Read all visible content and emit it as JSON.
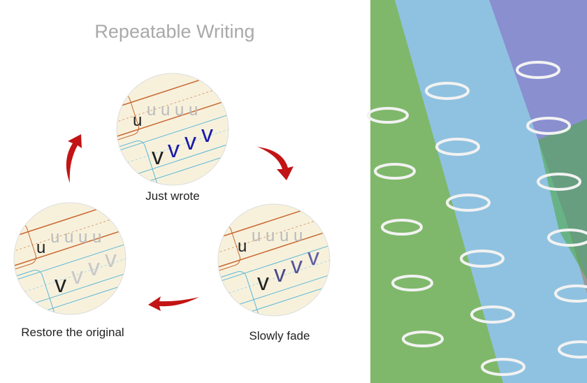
{
  "title": "Repeatable Writing",
  "stages": [
    {
      "label": "Just wrote",
      "letters": [
        "u",
        "v"
      ],
      "ink_color": "#1a1aa8"
    },
    {
      "label": "Slowly fade",
      "letters": [
        "u",
        "v"
      ],
      "ink_color": "#4a4a8a"
    },
    {
      "label": "Restore the original",
      "letters": [
        "u",
        "v"
      ],
      "ink_color": "#c8c8c8"
    }
  ],
  "colors": {
    "arrow": "#c21414",
    "paper": "#f7f1dc",
    "title": "#a9a9a9"
  }
}
